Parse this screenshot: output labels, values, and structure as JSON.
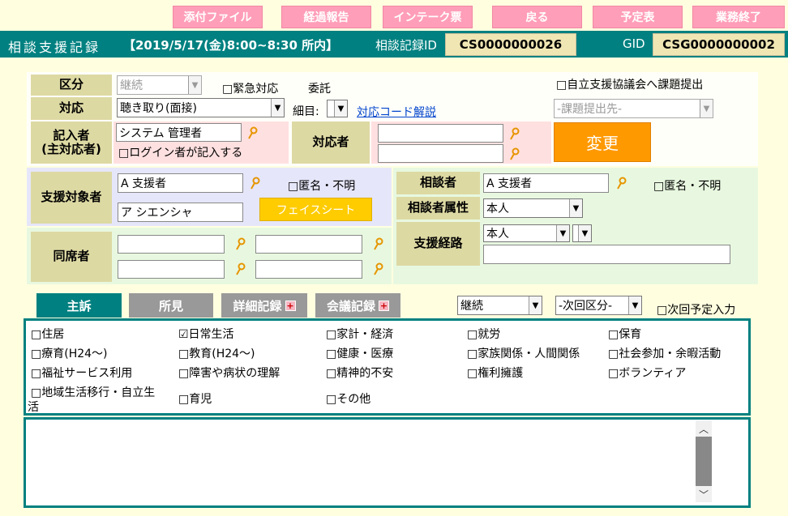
{
  "top_buttons": {
    "attachments": "添付ファイル",
    "progress": "経過報告",
    "intake": "インテーク票",
    "back": "戻る",
    "schedule": "予定表",
    "end_work": "業務終了"
  },
  "header": {
    "title": "相談支援記録",
    "datetime": "【2019/5/17(金)8:00~8:30 所内】",
    "record_id_label": "相談記録ID",
    "record_id": "CS0000000026",
    "gid_label": "GID",
    "gid": "CSG0000000002"
  },
  "form": {
    "kubun_label": "区分",
    "kubun_value": "継続",
    "urgent_label": "□緊急対応",
    "consign_label": "委託",
    "council_label": "□自立支援協議会へ課題提出",
    "taiou_label": "対応",
    "taiou_value": "聴き取り(面接)",
    "saimoku_label": "細目:",
    "code_link": "対応コード解説",
    "issue_dest_placeholder": "-課題提出先-",
    "writer_label_1": "記入者",
    "writer_label_2": "(主対応者)",
    "writer_value": "システム 管理者",
    "login_writer_label": "□ログイン者が記入する",
    "responder_label": "対応者",
    "change_button": "変更",
    "target_label": "支援対象者",
    "target_name": "A 支援者",
    "target_kana": "ア シエンシャ",
    "anon_label": "□匿名・不明",
    "face_sheet_button": "フェイスシート",
    "companion_label": "同席者",
    "consultant_label": "相談者",
    "consultant_name": "A 支援者",
    "consultant_anon_label": "□匿名・不明",
    "consultant_attr_label": "相談者属性",
    "consultant_attr_value": "本人",
    "route_label": "支援経路",
    "route_value": "本人"
  },
  "tabs": {
    "chief": "主訴",
    "findings": "所見",
    "detail": "詳細記録",
    "meeting": "会議記録",
    "plus": "+"
  },
  "next": {
    "status_value": "継続",
    "next_kubun": "-次回区分-",
    "next_schedule_label": "□次回予定入力"
  },
  "complaints": [
    "□住居",
    "☑日常生活",
    "□家計・経済",
    "□就労",
    "□保育",
    "□療育(H24～)",
    "□教育(H24～)",
    "□健康・医療",
    "□家族関係・人間関係",
    "□社会参加・余暇活動",
    "□福祉サービス利用",
    "□障害や病状の理解",
    "□精神的不安",
    "□権利擁護",
    "□ボランティア",
    "□地域生活移行・自立生",
    "活",
    "□育児",
    "□その他"
  ],
  "colors": {
    "teal": "#008080",
    "pink_button": "#ff9eb8",
    "orange_button": "#ff9900",
    "yellow_button": "#ffcc00",
    "label_bg": "#ddd9a3",
    "id_bg": "#f0e6b4"
  }
}
